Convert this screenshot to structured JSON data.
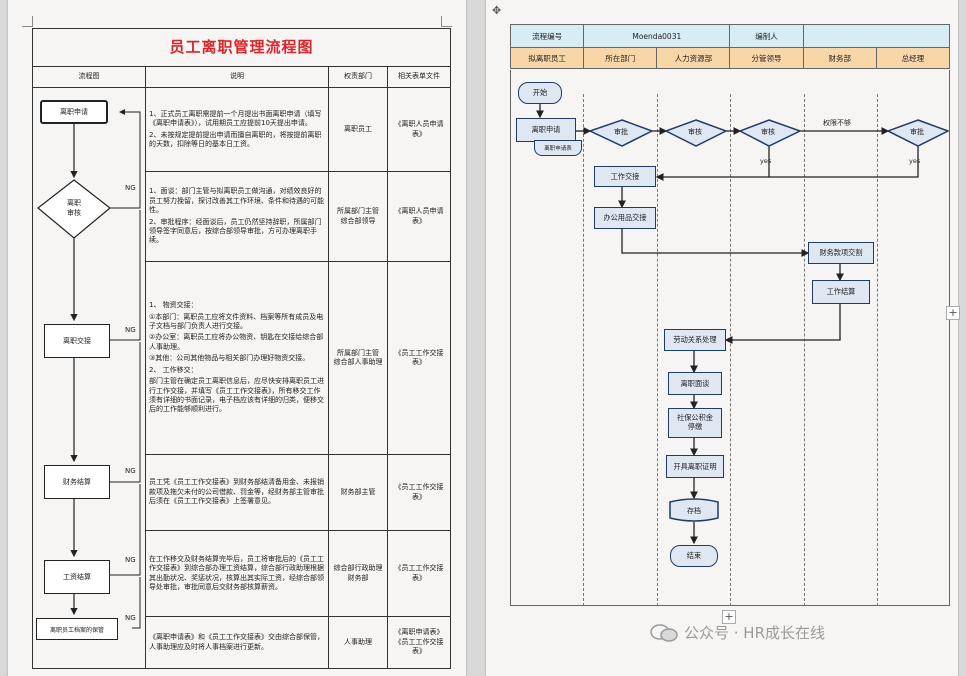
{
  "doc1": {
    "title": "员工离职管理流程图",
    "headers": [
      "流程图",
      "说明",
      "权责部门",
      "相关表单文件"
    ],
    "rows": [
      {
        "desc": [
          "1、正式员工离职需提前一个月提出书面离职申请（填写《离职申请表》），试用期员工应提前10天提出申请。",
          "2、未按规定提前提出申请而擅自离职的，将按提前离职的天数，扣除等日的基本日工资。"
        ],
        "dept": "离职员工",
        "form": "《离职人员申请表》"
      },
      {
        "desc": [
          "1、面谈：部门主管与拟离职员工做沟通，对绩效良好的员工努力挽留，探讨改善其工作环境、条件和待遇的可能性。",
          "2、审批程序：经面谈后，员工仍然坚持辞职，所属部门领导签字同意后，按综合部领导审批，方可办理离职手续。"
        ],
        "dept": "所属部门主管\n综合部领导",
        "form": "《离职人员申请表》"
      },
      {
        "desc": [
          "1、 物资交接：",
          "①本部门：离职员工应将文件资料、档案等所有成员及电子文档与部门负责人进行交接。",
          "②办公室：离职员工应将办公物资、钥匙在交接给综合部人事助理。",
          "③其他：公司其他物品与相关部门办理好物资交接。",
          "2、 工作移交：",
          "部门主管在确定员工离职信息后，应尽快安排离职员工进行工作交接，并填写《员工工作交接表》，所有移交工作须有详细的书面记录，电子档应该有详细的归类，便移交后的工作能够顺利进行。"
        ],
        "dept": "所属部门主管\n综合部人事助理",
        "form": "《员工工作交接表》"
      },
      {
        "desc": [
          "员工凭《员工工作交接表》到财务部结清备用金、未报销款项及拖欠未付的公司借款、罚金等，经财务部主管审批后须在《员工工作交接表》上签署意见。"
        ],
        "dept": "财务部主管",
        "form": "《员工工作交接表》"
      },
      {
        "desc": [
          "在工作移交及财务结算完毕后，员工将审批后的《员工工作交接表》到综合部办理工资结算，综合部行政助理根据其出勤状况、奖惩状况，核算出其实际工资，经综合部领导处审批，审批同意后交财务部核算薪资。"
        ],
        "dept": "综合部行政助理\n财务部",
        "form": "《员工工作交接表》"
      },
      {
        "desc": [
          "《离职申请表》和《员工工作交接表》交由综合部保管，人事助理应及时将人事档案进行更新。"
        ],
        "dept": "人事助理",
        "form": "《离职申请表》\n《员工工作交接表》"
      }
    ],
    "flow": {
      "apply": "离职申请",
      "approve": "离职\n审核",
      "handover": "离职交接",
      "finance": "财务结算",
      "salary": "工资结算",
      "archive": "离职员工档案的保管",
      "ng": "NG"
    }
  },
  "doc2": {
    "header1": {
      "code_label": "流程编号",
      "code_value": "Moenda0031",
      "author_label": "编制人",
      "author_value": ""
    },
    "lanes": [
      "拟离职员工",
      "所在部门",
      "人力资源部",
      "分管领导",
      "财务部",
      "总经理"
    ],
    "nodes": {
      "start": "开始",
      "apply": "离职申请",
      "form": "离职申请表",
      "d1": "审批",
      "d2": "审核",
      "d3": "审核",
      "d4": "审批",
      "over": "权限不够",
      "yes1": "yes",
      "yes2": "yes",
      "handover": "工作交接",
      "office": "办公用品交接",
      "finance": "财务款项交割",
      "settle": "工作结算",
      "labor": "劳动关系处理",
      "interview": "离职面谈",
      "social": "社保公积金\n停缴",
      "cert": "开具离职证明",
      "archive": "存档",
      "end": "结束"
    }
  },
  "watermark": "公众号 · HR成长在线",
  "colors": {
    "title_red": "#d9262b",
    "lane_orange": "#f8d6a8",
    "header_blue": "#d8ecf3",
    "node_fill": "#dfe7f3",
    "node_border": "#1f3c66"
  }
}
